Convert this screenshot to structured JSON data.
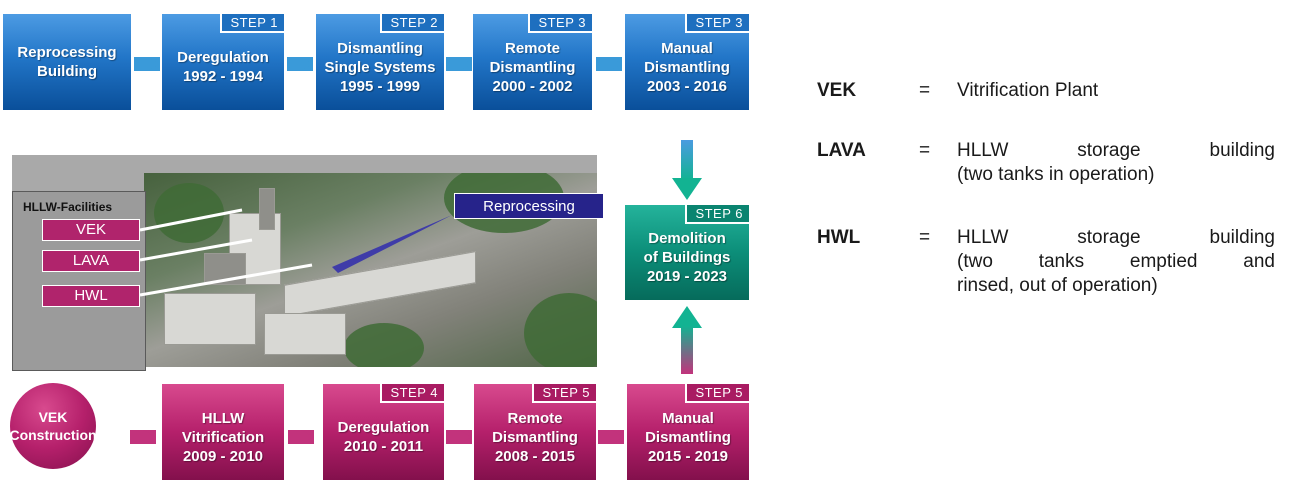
{
  "top_row": {
    "start": {
      "line1": "Reprocessing",
      "line2": "Building"
    },
    "steps": [
      {
        "step": "STEP 1",
        "line1": "Deregulation",
        "line2": "1992 - 1994",
        "line3": ""
      },
      {
        "step": "STEP 2",
        "line1": "Dismantling",
        "line2": "Single Systems",
        "line3": "1995 - 1999"
      },
      {
        "step": "STEP 3",
        "line1": "Remote",
        "line2": "Dismantling",
        "line3": "2000 - 2002"
      },
      {
        "step": "STEP 3",
        "line1": "Manual",
        "line2": "Dismantling",
        "line3": "2003 - 2016"
      }
    ]
  },
  "demolition": {
    "step": "STEP 6",
    "line1": "Demolition",
    "line2": "of Buildings",
    "line3": "2019 - 2023"
  },
  "photo_panel": {
    "title": "HLLW-Facilities",
    "facilities": [
      "VEK",
      "LAVA",
      "HWL"
    ],
    "reprocessing_label": "Reprocessing"
  },
  "bottom_row": {
    "start": {
      "line1": "VEK",
      "line2": "Construction"
    },
    "steps": [
      {
        "step": "",
        "line1": "HLLW",
        "line2": "Vitrification",
        "line3": "2009 - 2010"
      },
      {
        "step": "STEP 4",
        "line1": "Deregulation",
        "line2": "2010 - 2011",
        "line3": ""
      },
      {
        "step": "STEP 5",
        "line1": "Remote",
        "line2": "Dismantling",
        "line3": "2008 - 2015"
      },
      {
        "step": "STEP 5",
        "line1": "Manual",
        "line2": "Dismantling",
        "line3": "2015 - 2019"
      }
    ]
  },
  "legend": [
    {
      "abbr": "VEK",
      "eq": "=",
      "line1": "Vitrification Plant",
      "line2": ""
    },
    {
      "abbr": "LAVA",
      "eq": "=",
      "line1": "HLLW storage building",
      "line2": "(two tanks in operation)"
    },
    {
      "abbr": "HWL",
      "eq": "=",
      "line1": "HLLW storage building",
      "line2": "(two tanks emptied and",
      "line3": "rinsed, out of operation)"
    }
  ],
  "colors": {
    "blue": "#2276c8",
    "magenta": "#b5206b",
    "teal": "#0c8e79",
    "arrow_blue": "#3a9ad9",
    "label_navy": "#26238a"
  }
}
